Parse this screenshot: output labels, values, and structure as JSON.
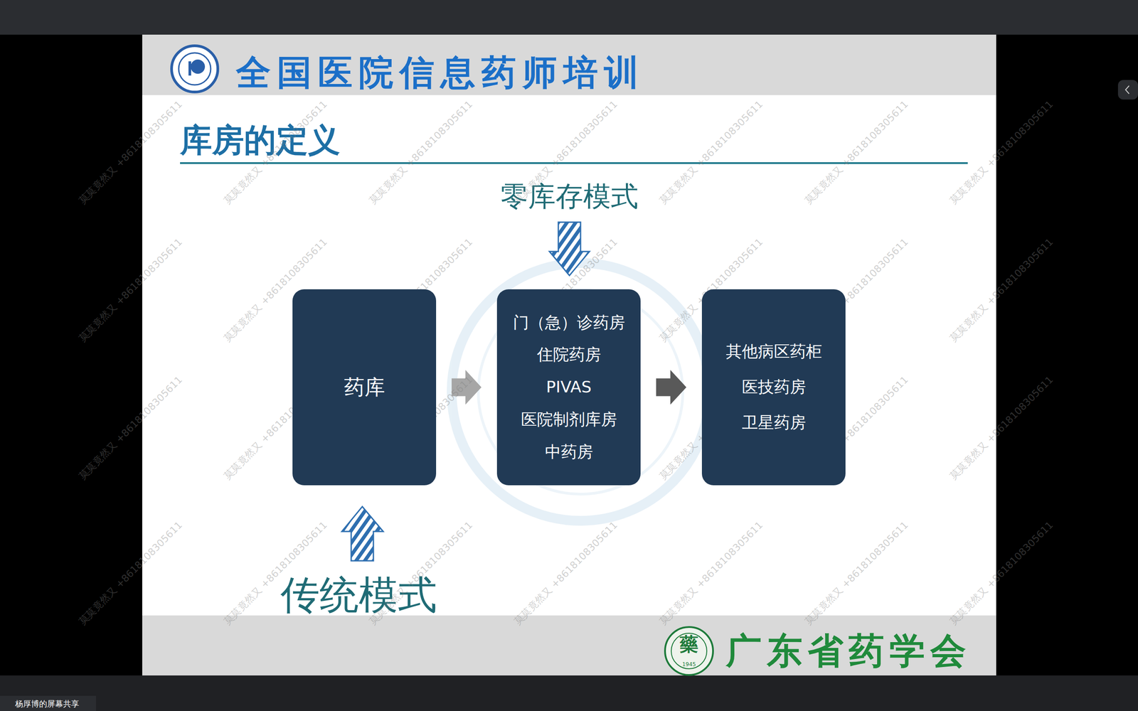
{
  "diagram": {
    "title": "库房的定义",
    "nodes": [
      {
        "text": [
          "药库"
        ]
      },
      {
        "text": [
          "门（急）诊药房",
          "住院药房",
          "PIVAS",
          "医院制剂库房",
          "中药房"
        ]
      },
      {
        "text": [
          "其他病区药柜",
          "医技药房",
          "卫星药房"
        ]
      }
    ],
    "edges": [
      {
        "from": 0,
        "to": 1,
        "arrow": "to"
      },
      {
        "from": 1,
        "to": 2,
        "arrow": "to"
      }
    ],
    "labels": [
      "全国医院信息药师培训",
      "零库存模式",
      "传统模式",
      "广东省药学会",
      "藥",
      "1945",
      "杨厚博的屏幕共享",
      "莫莫竟然又 +8618108305611",
      "莫莫竟然又 +8618108305611",
      "莫莫竟然又 +8618108305611",
      "莫莫竟然又 +8618108305611",
      "莫莫竟然又 +8618108305611",
      "莫莫竟然又 +8618108305611",
      "莫莫竟然又 +8618108305611",
      "莫莫竟然又 +8618108305611",
      "莫莫竟然又 +8618108305611",
      "莫莫竟然又 +8618108305611",
      "莫莫竟然又 +8618108305611",
      "莫莫竟然又 +8618108305611",
      "莫莫竟然又 +8618108305611",
      "莫莫竟然又 +8618108305611",
      "莫莫竟然又 +8618108305611",
      "莫莫竟然又 +8618108305611",
      "莫莫竟然又 +8618108305611",
      "莫莫竟然又 +8618108305611",
      "莫莫竟然又 +8618108305611",
      "莫莫竟然又 +8618108305611",
      "莫莫竟然又 +8618108305611",
      "莫莫竟然又 +8618108305611",
      "莫莫竟然又 +8618108305611",
      "莫莫竟然又 +8618108305611",
      "莫莫竟然又 +8618108305611",
      "莫莫竟然又 +8618108305611",
      "莫莫竟然又 +8618108305611",
      "莫莫竟然又 +8618108305611"
    ]
  }
}
